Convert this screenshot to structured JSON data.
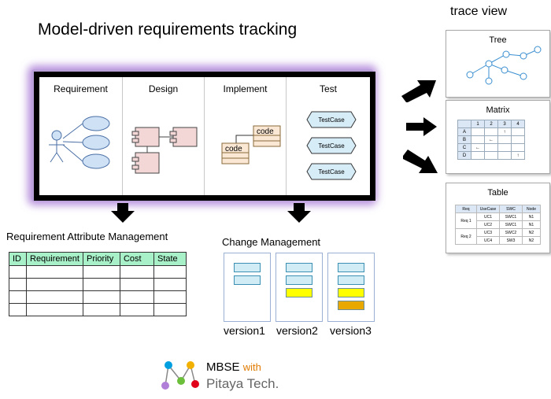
{
  "title": "Model-driven requirements tracking",
  "trace_view": {
    "title": "trace view",
    "tree": {
      "label": "Tree"
    },
    "matrix": {
      "label": "Matrix",
      "columns": [
        "",
        "1",
        "2",
        "3",
        "4"
      ],
      "rows": [
        {
          "label": "A",
          "cells": [
            "",
            "",
            "↑",
            ""
          ]
        },
        {
          "label": "B",
          "cells": [
            "",
            "←",
            "",
            ""
          ]
        },
        {
          "label": "C",
          "cells": [
            "←",
            "",
            "",
            ""
          ]
        },
        {
          "label": "D",
          "cells": [
            "",
            "",
            "",
            "↑"
          ]
        }
      ]
    },
    "table": {
      "label": "Table",
      "headers": [
        "Req",
        "UseCase",
        "SWC",
        "Node"
      ],
      "groups": [
        {
          "req": "Req 1",
          "rows": [
            [
              "UC1",
              "SWC1",
              "N1"
            ],
            [
              "UC2",
              "SWC1",
              "N1"
            ]
          ]
        },
        {
          "req": "Req 2",
          "rows": [
            [
              "UC3",
              "SWC2",
              "N2"
            ],
            [
              "UC4",
              "SW3",
              "N2"
            ]
          ]
        }
      ]
    }
  },
  "phases": {
    "requirement": "Requirement",
    "design": "Design",
    "implement": "Implement",
    "test": "Test",
    "code_labels": [
      "code",
      "code"
    ],
    "test_cases": [
      "TestCase",
      "TestCase",
      "TestCase"
    ]
  },
  "attribute_management": {
    "title": "Requirement Attribute Management",
    "headers": [
      "ID",
      "Requirement",
      "Priority",
      "Cost",
      "State"
    ],
    "empty_rows": 4
  },
  "change_management": {
    "title": "Change Management",
    "versions": [
      "version1",
      "version2",
      "version3"
    ]
  },
  "logo": {
    "brand": "MBSE",
    "with": "with",
    "company": "Pitaya Tech."
  },
  "colors": {
    "glow": "#b9a0d8",
    "header_green": "#a8f0c8",
    "bar_blue": "#d2ecf6",
    "bar_yellow": "#ffff00",
    "bar_orange": "#e8a800"
  }
}
